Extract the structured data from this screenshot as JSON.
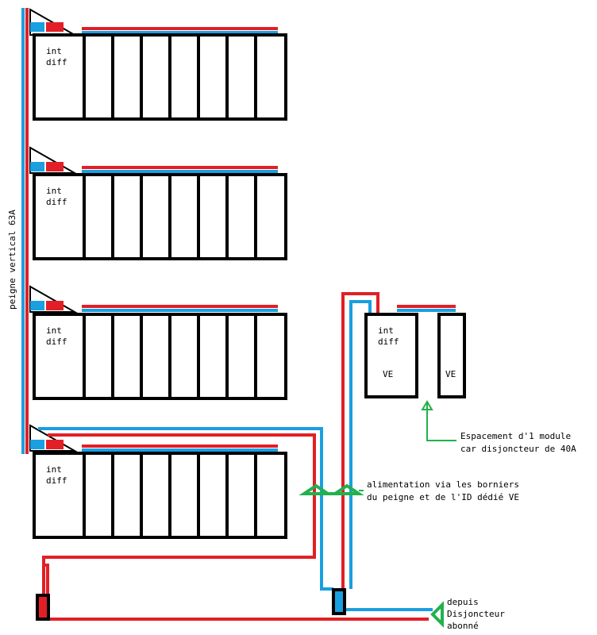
{
  "colors": {
    "phase": "#e21f26",
    "neutral": "#1a9fe0",
    "annotation": "#22b14c",
    "outline": "#000000",
    "background": "#ffffff"
  },
  "labels": {
    "comb_vertical": "peigne vertical 63A",
    "rows": [
      {
        "id_line1": "int",
        "id_line2": "diff"
      },
      {
        "id_line1": "int",
        "id_line2": "diff"
      },
      {
        "id_line1": "int",
        "id_line2": "diff"
      },
      {
        "id_line1": "int",
        "id_line2": "diff"
      }
    ],
    "ve_panel": {
      "id_line1": "int",
      "id_line2": "diff",
      "id_line3": "VE",
      "breaker": "VE"
    },
    "note_spacing": [
      "Espacement d'1 module",
      "car disjoncteur de 40A"
    ],
    "note_feed": [
      "alimentation via les borniers",
      "du peigne et de l'ID dédié VE"
    ],
    "note_source": [
      "depuis",
      "Disjoncteur",
      "abonné"
    ]
  },
  "icons": {
    "terminal_block": "terminal-block-icon",
    "arrow": "arrow-icon"
  }
}
